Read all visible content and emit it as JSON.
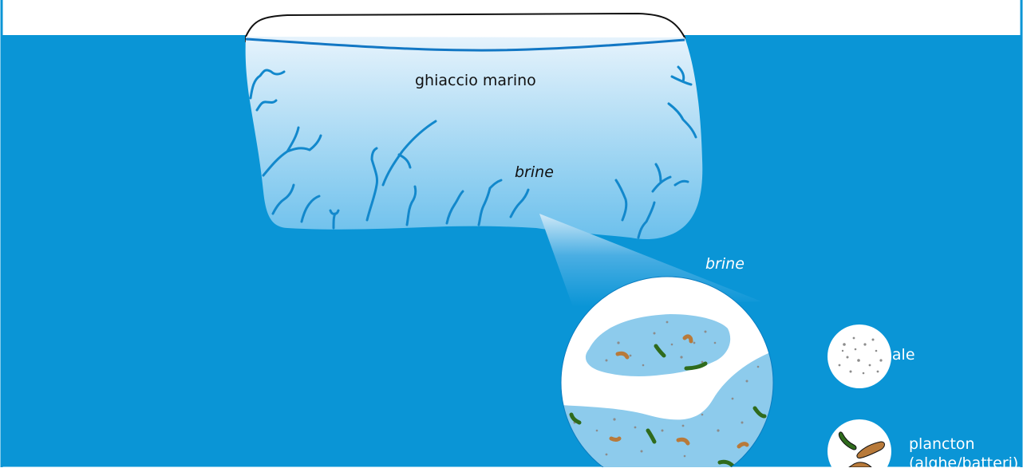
{
  "labels": {
    "sea_ice": "ghiaccio marino",
    "brine_top": "brine",
    "brine_zoom": "brine",
    "legend_salt": "sale",
    "legend_plankton": "plancton",
    "legend_plankton_detail": "(alghe/batteri)"
  },
  "legend": [
    {
      "id": "salt",
      "label_key": "legend_salt",
      "icon": "salt-particles-icon"
    },
    {
      "id": "plankton",
      "label_key": "legend_plankton",
      "icon": "plankton-icon"
    }
  ],
  "colors": {
    "ocean": "#0a95d6",
    "ice_top": "#e6f3fc",
    "ice_bottom": "#6cc0ec",
    "brine_channel": "#1288cc",
    "brine_pocket": "#8dcbec",
    "salt_grain": "#8c8c8c",
    "plankton_green": "#2f6b1c",
    "plankton_brown": "#b87a3a",
    "label_dark": "#111111",
    "label_light": "#ffffff"
  }
}
